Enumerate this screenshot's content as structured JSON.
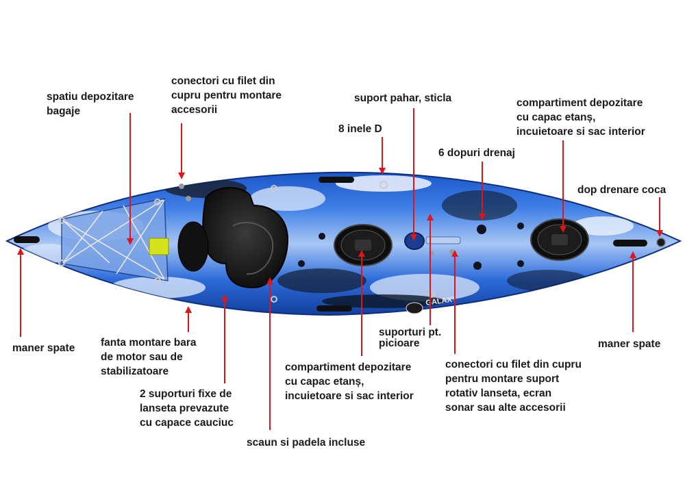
{
  "colors": {
    "arrow": "#e0141b",
    "hull_blue": "#1f5fd6",
    "hull_light": "#c9dcf7",
    "hull_dark": "#121c2e",
    "label": "#1a1a1a"
  },
  "kayak": {
    "brand": "GALAXY"
  },
  "callouts": [
    {
      "id": "storage-area",
      "text": "spatiu depozitare\nbagaje"
    },
    {
      "id": "copper-threads-top",
      "text": "conectori cu filet din\ncupru pentru montare\naccesorii"
    },
    {
      "id": "cup-holder",
      "text": "suport pahar, sticla"
    },
    {
      "id": "d-rings",
      "text": "8 inele D"
    },
    {
      "id": "drain-plugs",
      "text": "6 dopuri drenaj"
    },
    {
      "id": "front-hatch",
      "text": "compartiment depozitare\ncu capac etanș,\nincuietoare si sac interior"
    },
    {
      "id": "hull-drain",
      "text": "dop drenare coca"
    },
    {
      "id": "handle-left",
      "text": "maner spate"
    },
    {
      "id": "motor-slot",
      "text": "fanta montare bara\nde motor sau de\nstabilizatoare"
    },
    {
      "id": "rod-holders",
      "text": "2 suporturi fixe de\nlanseta prevazute\ncu capace cauciuc"
    },
    {
      "id": "seat-paddle",
      "text": "scaun si padela incluse"
    },
    {
      "id": "center-hatch",
      "text": "compartiment depozitare\ncu capac etanș,\nincuietoare si sac interior"
    },
    {
      "id": "footrests",
      "text": "suporturi pt.\npicioare"
    },
    {
      "id": "copper-threads-right",
      "text": "conectori cu filet din cupru\npentru montare suport\nrotativ lanseta, ecran\nsonar sau alte accesorii"
    },
    {
      "id": "handle-right",
      "text": "maner spate"
    }
  ]
}
